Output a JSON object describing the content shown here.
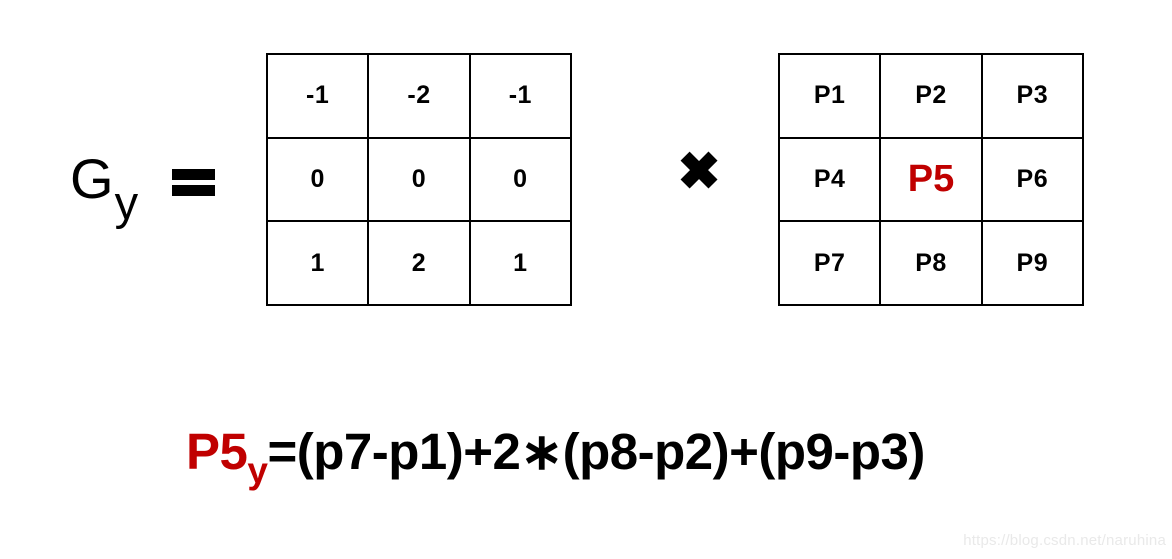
{
  "colors": {
    "accent_red": "#c00000",
    "text": "#000000",
    "watermark_gray": "#e9e9e9"
  },
  "gy_label": {
    "base": "G",
    "subscript": "y"
  },
  "operators": {
    "multiply": "✖"
  },
  "kernel_matrix": {
    "rows": [
      [
        "-1",
        "-2",
        "-1"
      ],
      [
        "0",
        "0",
        "0"
      ],
      [
        "1",
        "2",
        "1"
      ]
    ]
  },
  "pixel_matrix": {
    "rows": [
      [
        "P1",
        "P2",
        "P3"
      ],
      [
        "P4",
        "P5",
        "P6"
      ],
      [
        "P7",
        "P8",
        "P9"
      ]
    ],
    "highlighted_cell": "P5"
  },
  "formula": {
    "lhs_base": "P5",
    "lhs_subscript": "y",
    "rhs": "=(p7-p1)+2∗(p8-p2)+(p9-p3)"
  },
  "watermark": "https://blog.csdn.net/naruhina"
}
